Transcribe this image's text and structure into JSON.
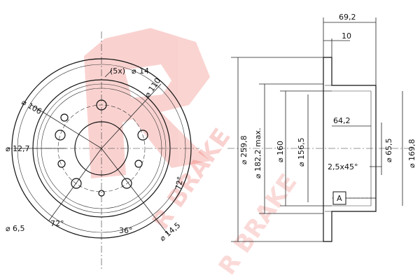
{
  "watermark": {
    "text": "R BRAKE",
    "color": "#e8392e",
    "logo_shape": "R-logo"
  },
  "front_view": {
    "bolt_holes": "(5x)",
    "bolt_diameter": "14",
    "pcd": "110",
    "hub_diameter": "106",
    "small_hole": "12,7",
    "pin_hole": "6,5",
    "angle_left": "72°",
    "angle_right": "72°",
    "angle_bottom": "36°",
    "extra_hole": "14,5"
  },
  "side_view": {
    "overall_width": "69,2",
    "disc_thickness": "10",
    "outer_diameter": "259,8",
    "max_diameter": "182,2 max.",
    "diameter_160": "160",
    "diameter_156": "156,5",
    "height_64": "64,2",
    "center_bore": "65,5",
    "hat_diameter": "169,8",
    "chamfer": "2,5x45°",
    "datum": "A"
  },
  "symbols": {
    "diameter": "⌀"
  }
}
